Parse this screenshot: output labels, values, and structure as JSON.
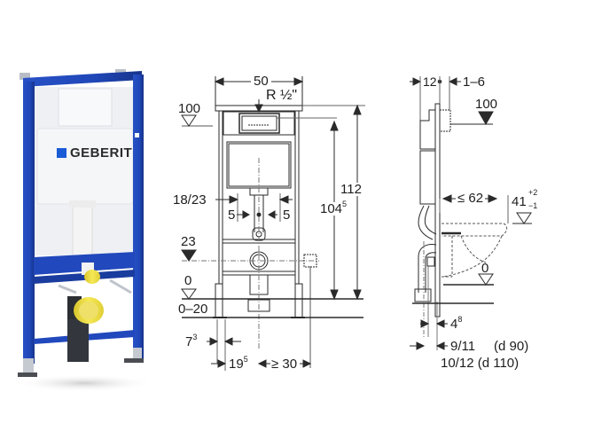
{
  "product": {
    "brand": "GEBERIT",
    "colors": {
      "frame_blue": "#1f47b8",
      "frame_blue_dark": "#17338a",
      "brand_square": "#1a5bd6",
      "cistern_white": "#f2f3f5",
      "connector_yellow": "#f3e24a",
      "pipe_black": "#2b2e33"
    }
  },
  "front_view": {
    "width": "50",
    "supply": "R ½\"",
    "level_top": "100",
    "height_total": "112",
    "height_inner": "104",
    "height_inner_sup": "5",
    "inlet_width": "18/23",
    "offset_left": "5",
    "offset_right": "5",
    "level_mid": "23",
    "level_floor": "0",
    "floor_range": "0–20",
    "foot_offset": "7",
    "foot_offset_sup": "3",
    "center_offset": "19",
    "center_offset_sup": "5",
    "min_distance": "≥ 30"
  },
  "side_view": {
    "depth": "12",
    "wall_gap": "1–6",
    "level_top": "100",
    "bowl_projection": "≤ 62",
    "seat_height": "41",
    "seat_tol_plus": "+2",
    "seat_tol_minus": "−1",
    "level_floor": "0",
    "pipe_offset": "4",
    "pipe_offset_sup": "8",
    "pipe_d90": "9/11",
    "pipe_d90_label": "(d 90)",
    "pipe_d110": "10/12 (d 110)"
  }
}
